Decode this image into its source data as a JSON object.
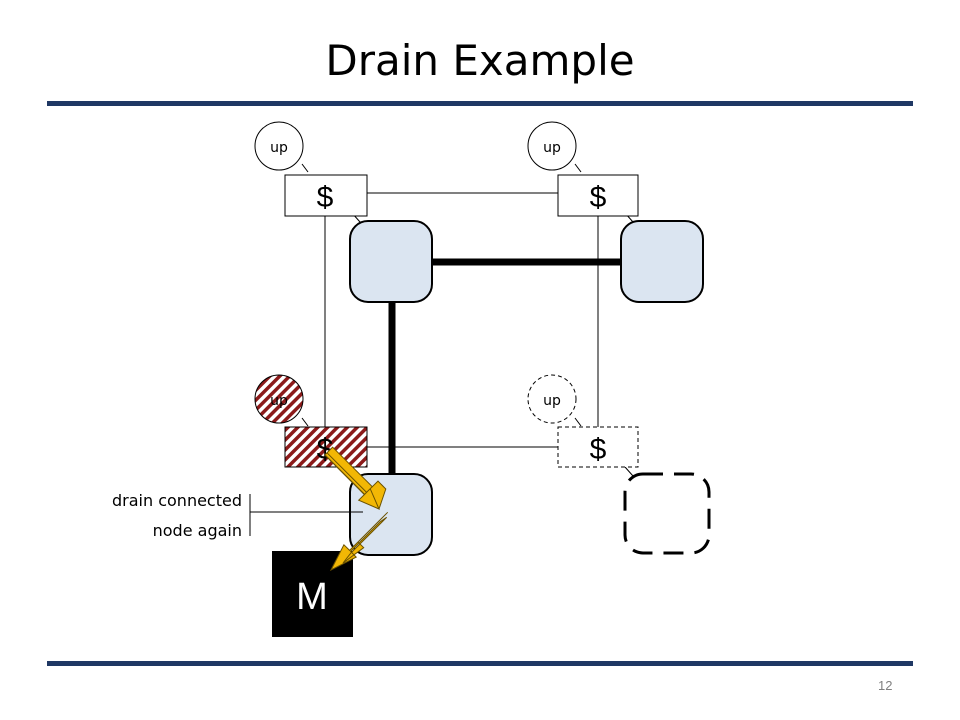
{
  "slide": {
    "title": "Drain Example",
    "page_number": "12"
  },
  "diagram": {
    "status_labels": [
      "up",
      "up",
      "up",
      "up"
    ],
    "cache_labels": [
      "$",
      "$",
      "$",
      "$"
    ],
    "annotation_line1": "drain connected",
    "annotation_line2": "node again",
    "memory_label": "M"
  },
  "colors": {
    "rule": "#1f3864",
    "node_fill": "#dbe5f1",
    "hatch": "#8b1a1a",
    "arrow": "#f2b705",
    "memory": "#000000"
  }
}
